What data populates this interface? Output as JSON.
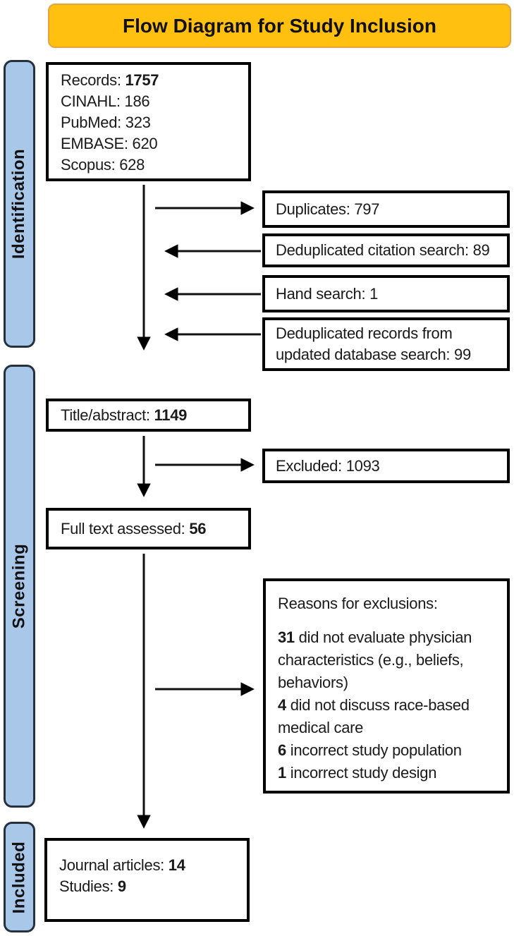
{
  "title": {
    "text": "Flow Diagram for Study Inclusion"
  },
  "stages": [
    {
      "label": "Identification"
    },
    {
      "label": "Screening"
    },
    {
      "label": "Included"
    }
  ],
  "boxes": {
    "records": {
      "lines": [
        {
          "label": "Records: ",
          "value": "1757"
        },
        {
          "label": "CINAHL: ",
          "value": "186"
        },
        {
          "label": "PubMed: ",
          "value": "323"
        },
        {
          "label": "EMBASE: ",
          "value": "620"
        },
        {
          "label": "Scopus: ",
          "value": "628"
        }
      ]
    },
    "duplicates": {
      "text": "Duplicates: 797"
    },
    "citation_search": {
      "text": "Deduplicated citation search: 89"
    },
    "hand_search": {
      "text": "Hand search: 1"
    },
    "updated_search": {
      "text": "Deduplicated records from updated database search: 99"
    },
    "title_abstract": {
      "label": "Title/abstract: ",
      "value": "1149"
    },
    "excluded": {
      "text": "Excluded: 1093"
    },
    "full_text": {
      "label": "Full text assessed: ",
      "value": "56"
    },
    "reasons": {
      "heading": "Reasons for exclusions:",
      "items": [
        {
          "count": "31",
          "text": " did not evaluate physician characteristics (e.g., beliefs, behaviors)"
        },
        {
          "count": "4",
          "text": " did not discuss race-based medical care"
        },
        {
          "count": "6",
          "text": " incorrect study population"
        },
        {
          "count": "1",
          "text": " incorrect study design"
        }
      ]
    },
    "included": {
      "lines": [
        {
          "label": "Journal articles: ",
          "value": "14"
        },
        {
          "label": "Studies: ",
          "value": "9"
        }
      ]
    }
  },
  "colors": {
    "banner_fill": "#FFC010",
    "banner_border": "#E7A33D",
    "stage_fill": "#A9C7E9",
    "stage_border": "#25313F",
    "box_border": "#000000"
  }
}
